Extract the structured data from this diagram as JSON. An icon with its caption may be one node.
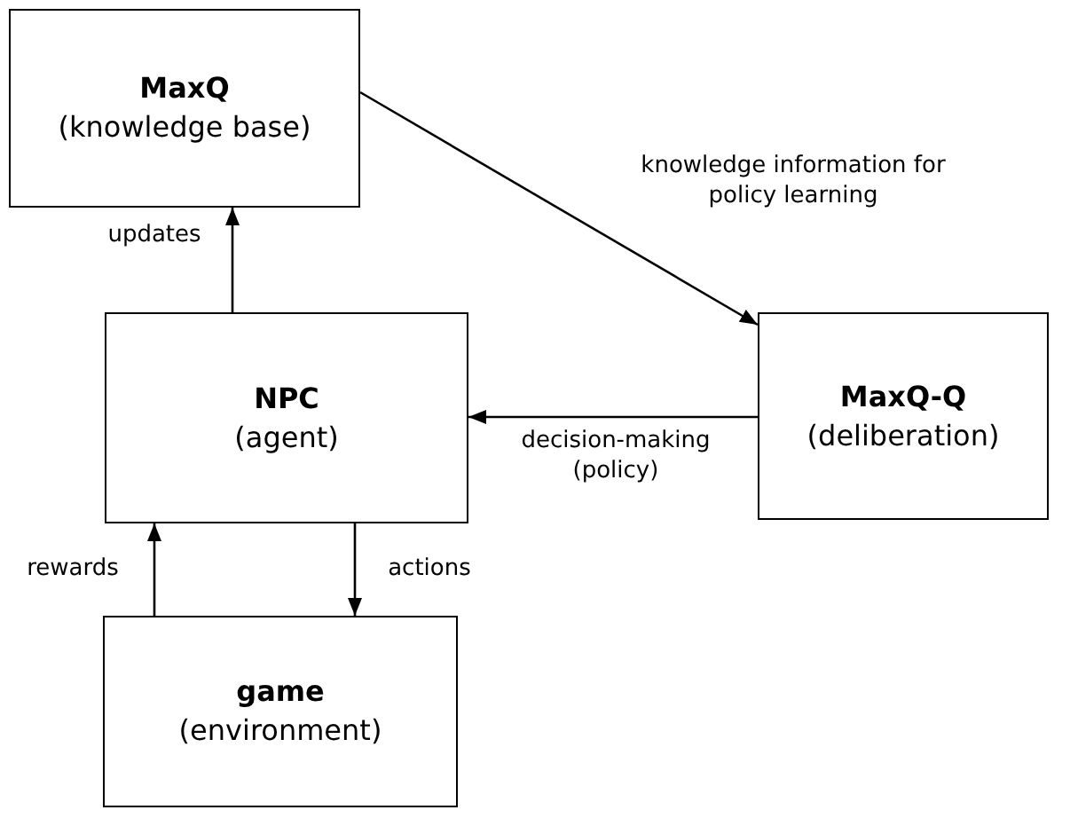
{
  "diagram": {
    "nodes": [
      {
        "text": [
          "MaxQ",
          "(knowledge base)"
        ]
      },
      {
        "text": [
          "NPC",
          "(agent)"
        ]
      },
      {
        "text": [
          "MaxQ-Q",
          "(deliberation)"
        ]
      },
      {
        "text": [
          "game",
          "(environment)"
        ]
      }
    ],
    "edges": [
      {
        "from": 1,
        "to": 0,
        "arrow": "to",
        "label": "updates"
      },
      {
        "from": 0,
        "to": 2,
        "arrow": "to",
        "label": "knowledge information for policy learning"
      },
      {
        "from": 2,
        "to": 1,
        "arrow": "to",
        "label": "decision-making (policy)"
      },
      {
        "from": 3,
        "to": 1,
        "arrow": "to",
        "label": "rewards"
      },
      {
        "from": 1,
        "to": 3,
        "arrow": "to",
        "label": "actions"
      }
    ]
  }
}
